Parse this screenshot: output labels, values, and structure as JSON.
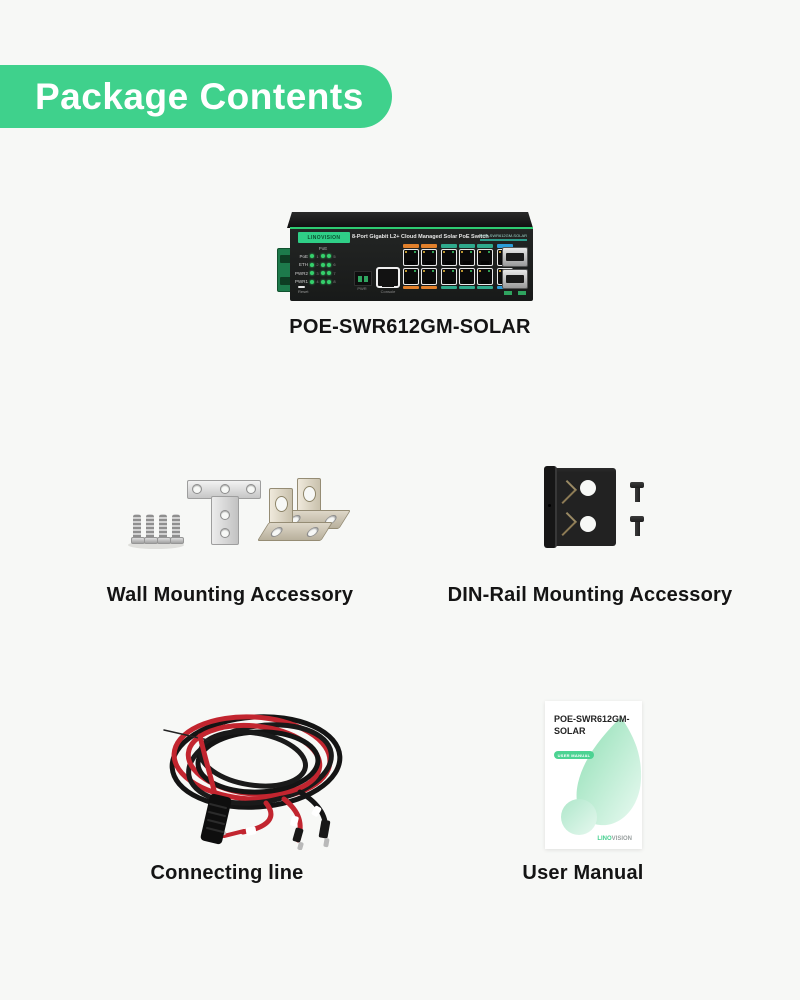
{
  "banner": {
    "label": "Package Contents"
  },
  "device": {
    "brand": "LINOVISION",
    "panel_title": "8-Port Gigabit L2+ Cloud Managed Solar PoE Switch",
    "panel_model": "POE-SWR612GM-SOLAR",
    "led_header": "PoE",
    "led_rows": [
      "PoE",
      "ETH",
      "PWR2",
      "PWR1"
    ],
    "led_numbers_left": [
      "1",
      "2",
      "3",
      "4"
    ],
    "led_numbers_right": [
      "5",
      "6",
      "7",
      "8"
    ],
    "reset_label": "Reset",
    "pwr_label": "PWR",
    "console_label": "Console",
    "port_groups": [
      {
        "name": "poe-port-group-orange",
        "columns": 2,
        "color": "#E2802B"
      },
      {
        "name": "poe-port-group-green",
        "columns": 3,
        "color": "#2FA98C"
      },
      {
        "name": "uplink-port-group",
        "columns": 1,
        "color": "#2B9CD8"
      }
    ],
    "caption": "POE-SWR612GM-SOLAR"
  },
  "items": {
    "wall": {
      "label": "Wall Mounting Accessory"
    },
    "din": {
      "label": "DIN-Rail Mounting Accessory"
    },
    "cable": {
      "label": "Connecting line"
    },
    "manual": {
      "label": "User Manual"
    }
  },
  "manual_cover": {
    "title": "POE-SWR612GM-SOLAR",
    "badge": "USER MANUAL",
    "brand_green": "LINO",
    "brand_gray": "VISION"
  },
  "colors": {
    "banner_green": "#3FD18C",
    "background": "#F7F8F6",
    "accent_orange": "#E2802B",
    "accent_teal": "#2FA98C",
    "accent_blue": "#2B9CD8",
    "cable_red": "#C2252F",
    "cable_black": "#161616"
  }
}
